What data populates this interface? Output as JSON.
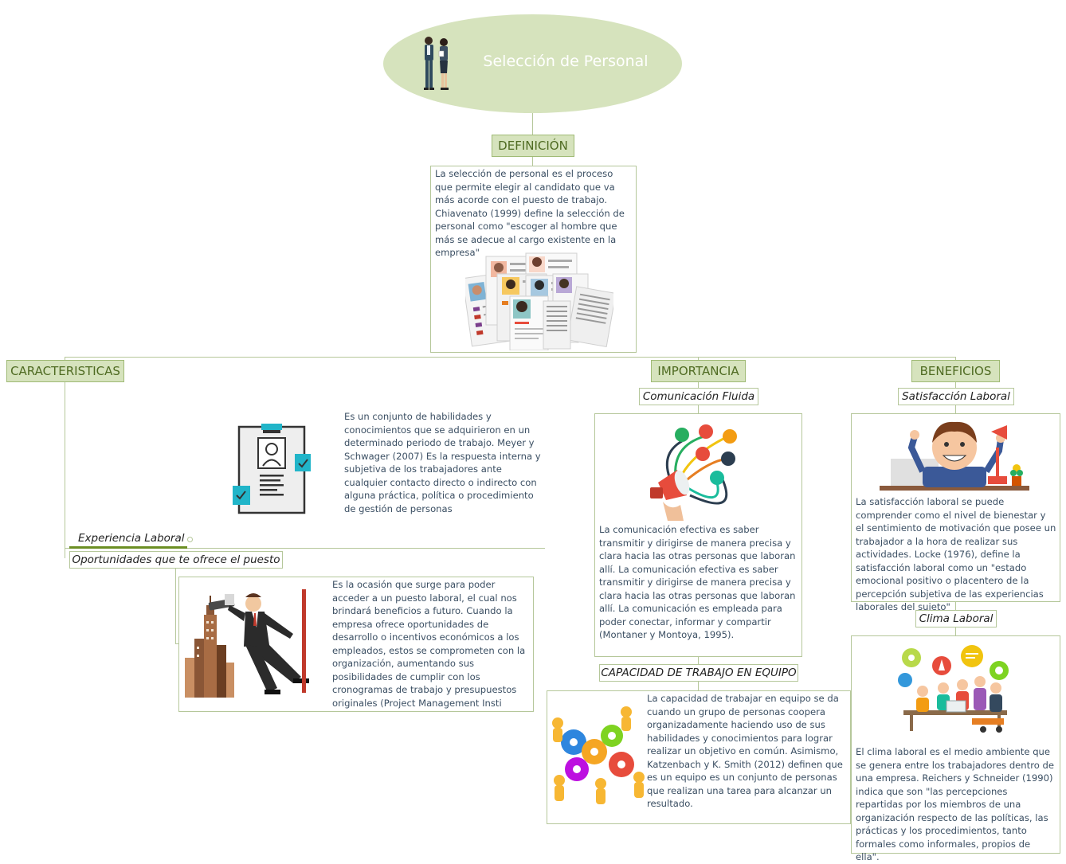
{
  "root": {
    "title": "Selección de Personal"
  },
  "definicion": {
    "header": "DEFINICIÓN",
    "text": "La selección de personal es el proceso  que permite elegir al candidato que va más acorde con el puesto de trabajo. Chiavenato (1999) define la selección de personal como \"escoger al hombre que más se adecue al cargo existente en la empresa\""
  },
  "caracteristicas": {
    "header": "CARACTERISTICAS",
    "experiencia": {
      "label": "Experiencia Laboral",
      "text": " Es un conjunto de habilidades y conocimientos que se adquirieron en un determinado periodo de trabajo. Meyer y Schwager (2007) Es la respuesta interna y subjetiva de los trabajadores ante cualquier contacto directo o indirecto con alguna práctica, política o procedimiento de gestión de personas"
    },
    "oportunidades": {
      "label": "Oportunidades que te ofrece el puesto",
      "text": " Es la ocasión que surge para poder acceder a un puesto laboral, el cual nos brindará beneficios a futuro. Cuando la empresa ofrece oportunidades de desarrollo o incentivos económicos a los empleados, estos se comprometen con la organización, aumentando sus posibilidades de cumplir con los cronogramas de trabajo y presupuestos originales (Project Management Insti"
    }
  },
  "importancia": {
    "header": "IMPORTANCIA",
    "comunicacion": {
      "label": "Comunicación Fluida",
      "text": "La comunicación efectiva es saber transmitir y dirigirse de manera precisa y clara hacia las otras personas que laboran allí. La comunicación efectiva es saber transmitir y dirigirse de manera precisa y clara hacia las otras personas que laboran allí. La comunicación es empleada para poder conectar, informar y compartir (Montaner y Montoya, 1995)."
    },
    "equipo": {
      "label": "CAPACIDAD DE TRABAJO EN EQUIPO",
      "text": "La capacidad de trabajar en equipo se da cuando un grupo de personas coopera organizadamente haciendo uso de sus habilidades y conocimientos para lograr realizar un objetivo en común. Asimismo, Katzenbach y K. Smith (2012) definen que es un equipo es un conjunto de personas que realizan una tarea para alcanzar un resultado."
    }
  },
  "beneficios": {
    "header": "BENEFICIOS",
    "satisfaccion": {
      "label": "Satisfacción Laboral",
      "text": "La satisfacción laboral se puede comprender como el nivel de bienestar y el sentimiento de motivación que posee un trabajador a la hora de realizar sus actividades. Locke (1976), define la satisfacción laboral como un \"estado emocional positivo o placentero de la percepción subjetiva de las experiencias laborales del sujeto\""
    },
    "clima": {
      "label": "Clima Laboral",
      "text": "El clima laboral es el medio ambiente que se genera entre los trabajadores dentro de una empresa.  Reichers y Schneider (1990) indica que son \"las percepciones repartidas por los miembros de una organización respecto de las políticas, las prácticas y los procedimientos, tanto formales como informales, propios de ella\"."
    }
  },
  "colors": {
    "node": "#d6e3bd",
    "border": "#9fba75",
    "header_text": "#4f6b22",
    "body_text": "#3b4f63"
  }
}
